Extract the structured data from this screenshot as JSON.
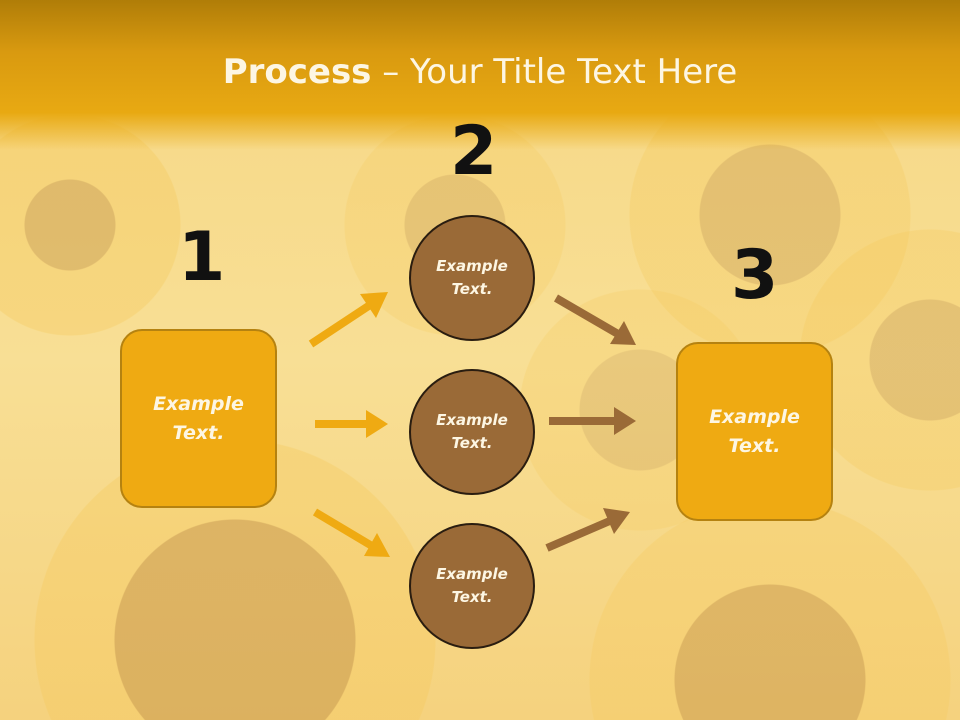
{
  "slide": {
    "title_bold": "Process",
    "title_rest": " – Your Title Text Here"
  },
  "steps": {
    "step1": {
      "number": "1",
      "text": "Example\nText."
    },
    "step2": {
      "number": "2"
    },
    "step3": {
      "number": "3",
      "text": "Example\nText."
    }
  },
  "circles": [
    {
      "text": "Example\nText."
    },
    {
      "text": "Example\nText."
    },
    {
      "text": "Example\nText."
    }
  ],
  "colors": {
    "box_fill": "#efaa12",
    "circle_fill": "#9a6a37",
    "arrow_orange": "#efaa12",
    "arrow_brown": "#9a6a37",
    "title_band": "#e8a912"
  }
}
